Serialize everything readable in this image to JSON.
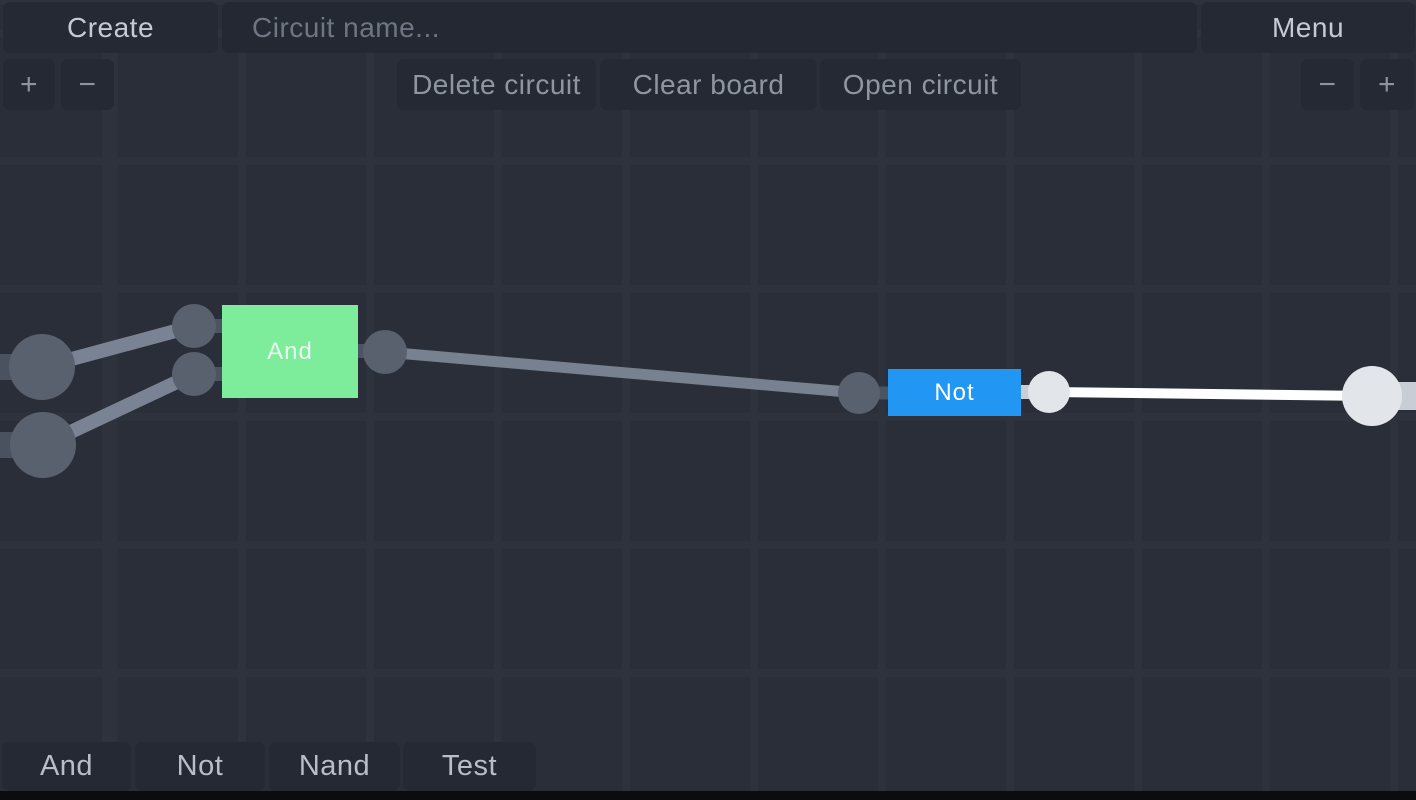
{
  "header": {
    "create_label": "Create",
    "circuit_name_placeholder": "Circuit name...",
    "menu_label": "Menu"
  },
  "toolbar": {
    "delete_circuit_label": "Delete circuit",
    "clear_board_label": "Clear board",
    "open_circuit_label": "Open circuit",
    "zoom_in_label": "+",
    "zoom_out_label": "−"
  },
  "palette": {
    "items": [
      {
        "label": "And"
      },
      {
        "label": "Not"
      },
      {
        "label": "Nand"
      },
      {
        "label": "Test"
      }
    ]
  },
  "canvas": {
    "gates": [
      {
        "type": "and",
        "label": "And",
        "color": "#7dec9b"
      },
      {
        "type": "not",
        "label": "Not",
        "color": "#2196f3"
      }
    ]
  },
  "colors": {
    "background": "#292e38",
    "panel_button": "#242933",
    "input_field": "#232833",
    "and_gate": "#7dec9b",
    "not_gate": "#2196f3",
    "node_off": "#59616f",
    "wire_off": "#78818f",
    "pin_stub_off": "#4b525f",
    "node_on": "#e2e6eb",
    "wire_on": "#ffffff",
    "pin_stub_on": "#c9ced6"
  }
}
